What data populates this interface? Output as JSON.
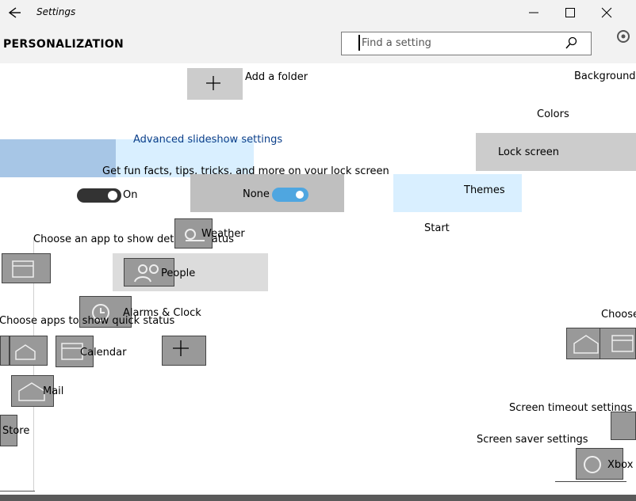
{
  "window": {
    "title": "Settings"
  },
  "header": {
    "heading": "PERSONALIZATION",
    "search_placeholder": "Find a setting"
  },
  "nav": {
    "items": [
      {
        "label": "Background"
      },
      {
        "label": "Colors"
      },
      {
        "label": "Lock screen",
        "selected": true
      },
      {
        "label": "Themes"
      },
      {
        "label": "Start"
      }
    ]
  },
  "main": {
    "add_folder": "Add a folder",
    "advanced_slideshow": "Advanced slideshow settings",
    "fun_facts": "Get fun facts, tips, tricks, and more on your lock screen",
    "toggle_state": "On",
    "detailed_status_none": "None",
    "choose_app": "Choose an app to show detailed status",
    "apps_weather": "Weather",
    "apps_people": "People",
    "apps_alarms": "Alarms & Clock",
    "quick_apps": "Choose apps to show quick status",
    "apps_calendar": "Calendar",
    "apps_mail": "Mail",
    "apps_store": "Store",
    "choose_right": "Choose",
    "screen_timeout": "Screen timeout settings",
    "screen_saver": "Screen saver settings",
    "apps_xbox": "Xbox"
  },
  "colors": {
    "accent": "#0078d7",
    "selected_nav": "#cccccc",
    "link_faded": "#cfe8f7"
  }
}
